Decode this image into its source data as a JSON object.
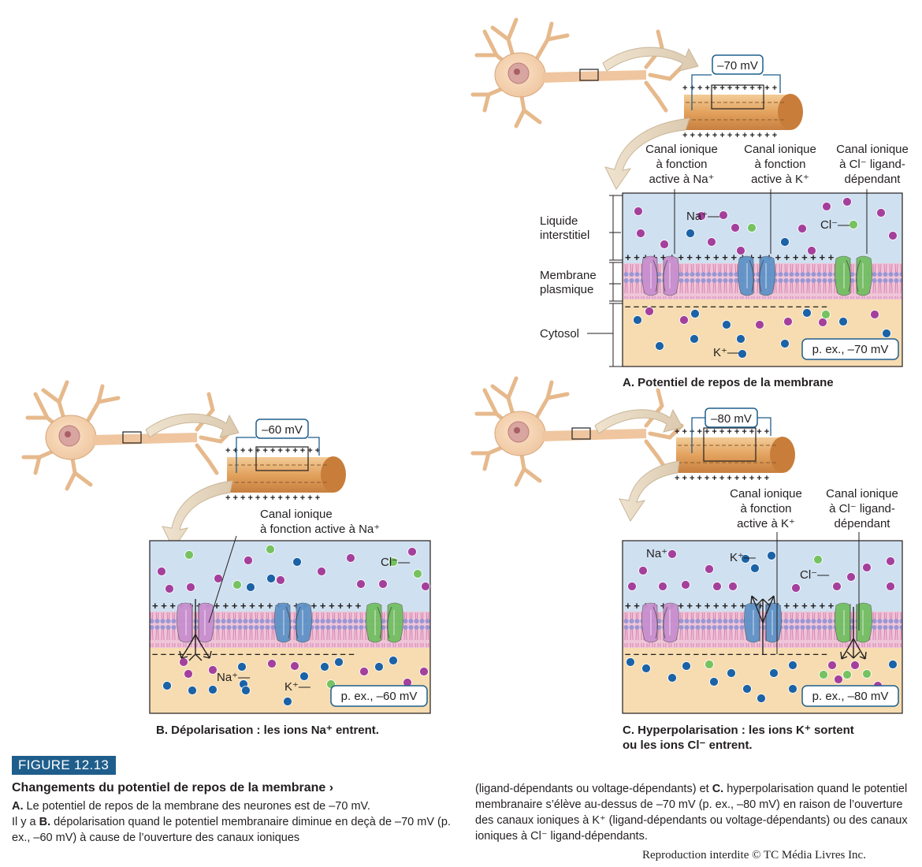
{
  "figure": {
    "badge": "FIGURE 12.13",
    "title": "Changements du potentiel de repos de la membrane",
    "title_arrow": "›",
    "caption_left_a_letter": "A.",
    "caption_left_a": " Le potentiel de repos de la membrane des neurones est de –70 mV.",
    "caption_left_b_pre": "Il y a ",
    "caption_left_b_letter": "B.",
    "caption_left_b": " dépolarisation quand le potentiel membranaire diminue en deçà de –70 mV (p. ex., –60 mV) à cause de l’ouverture des canaux ioniques",
    "caption_right_1": "(ligand-dépendants ou voltage-dépendants) et ",
    "caption_right_c_letter": "C.",
    "caption_right_2": " hyperpolarisation quand le potentiel membranaire s’élève au-dessus de –70 mV (p. ex., –80 mV) en raison de l’ouverture des canaux ioniques à K⁺ (ligand-dépendants ou voltage-dépendants) ou des canaux ioniques à Cl⁻ ligand-dépendants.",
    "copyright": "Reproduction interdite © TC Média Livres Inc."
  },
  "panel_a": {
    "voltmeter": "–70 mV",
    "channel_na": [
      "Canal ionique",
      "à fonction",
      "active à Na⁺"
    ],
    "channel_k": [
      "Canal ionique",
      "à fonction",
      "active à K⁺"
    ],
    "channel_cl": [
      "Canal ionique",
      "à Cl⁻ ligand-",
      "dépendant"
    ],
    "region_interstitial": [
      "Liquide",
      "interstitiel"
    ],
    "region_membrane": [
      "Membrane",
      "plasmique"
    ],
    "region_cytosol": "Cytosol",
    "ion_na": "Na⁺",
    "ion_cl": "Cl⁻",
    "ion_k": "K⁺",
    "example": "p. ex., –70 mV",
    "caption": "A. Potentiel de repos de la membrane"
  },
  "panel_b": {
    "voltmeter": "–60 mV",
    "channel_na": [
      "Canal ionique",
      "à fonction active à Na⁺"
    ],
    "ion_cl": "Cl⁻",
    "ion_na": "Na⁺",
    "ion_k": "K⁺",
    "example": "p. ex., –60 mV",
    "caption": "B. Dépolarisation : les ions Na⁺ entrent."
  },
  "panel_c": {
    "voltmeter": "–80 mV",
    "channel_k": [
      "Canal ionique",
      "à fonction",
      "active à K⁺"
    ],
    "channel_cl": [
      "Canal ionique",
      "à Cl⁻ ligand-",
      "dépendant"
    ],
    "ion_na": "Na⁺",
    "ion_k": "K⁺",
    "ion_cl": "Cl⁻",
    "example": "p. ex., –80 mV",
    "caption": [
      "C. Hyperpolarisation : les ions K⁺ sortent",
      "ou les ions Cl⁻ entrent."
    ]
  },
  "colors": {
    "fluid": "#cfe0f0",
    "cytosol": "#f6dcb0",
    "membrane": "#e7b3cc",
    "na_channel": "#c98fcf",
    "k_channel": "#5f93c8",
    "cl_channel": "#72bf62",
    "na_ion": "#a4409c",
    "k_ion": "#1b62a6",
    "cl_ion": "#76c261",
    "axon": "#e3a565",
    "figure_badge": "#1f5e8c"
  },
  "icons": [
    "neuron-cell-illustration",
    "curved-arrow",
    "voltmeter"
  ]
}
